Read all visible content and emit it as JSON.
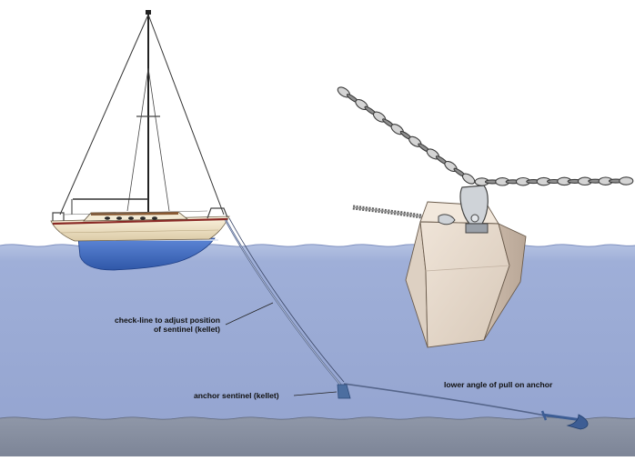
{
  "labels": {
    "check_line_1": "check-line to adjust position",
    "check_line_2": "of sentinel (kellet)",
    "anchor_sentinel": "anchor sentinel (kellet)",
    "lower_angle": "lower angle of pull on anchor"
  },
  "colors": {
    "sky": "#ffffff",
    "water_top": "#a9b9dd",
    "water": "#9aaad4",
    "seabed": "#8c94a6",
    "hull_topsides": "#f1e6cc",
    "hull_bottom": "#4a74c8",
    "sheer_stripe": "#8a2a26",
    "block": "#e6d9cc",
    "chain": "#b3b3b3",
    "rode": "#5b6c8f"
  }
}
